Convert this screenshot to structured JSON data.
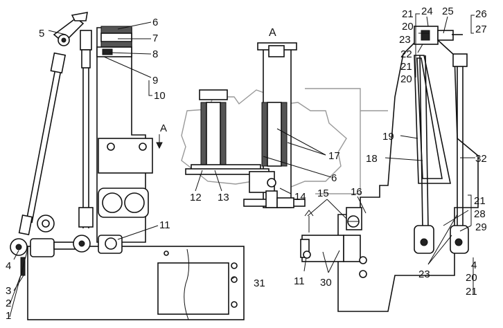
{
  "view_label": "A",
  "arrow_label": "A",
  "callouts": {
    "c1": "1",
    "c2": "2",
    "c3": "3",
    "c4": "4",
    "c5": "5",
    "c6": "6",
    "c7": "7",
    "c8": "8",
    "c9": "9",
    "c10": "10",
    "c11": "11",
    "c31": "31",
    "m6": "6",
    "m12": "12",
    "m13": "13",
    "m14": "14",
    "m17": "17",
    "r11": "11",
    "r15": "15",
    "r16": "16",
    "r30": "30",
    "r18": "18",
    "r19": "19",
    "r20a": "20",
    "r20b": "20",
    "r20c": "20",
    "r21a": "21",
    "r21b": "21",
    "r21c": "21",
    "r21d": "21",
    "r22": "22",
    "r23a": "23",
    "r23b": "23",
    "r24": "24",
    "r25": "25",
    "r26": "26",
    "r27": "27",
    "r28": "28",
    "r29": "29",
    "r32": "32",
    "r4": "4"
  }
}
